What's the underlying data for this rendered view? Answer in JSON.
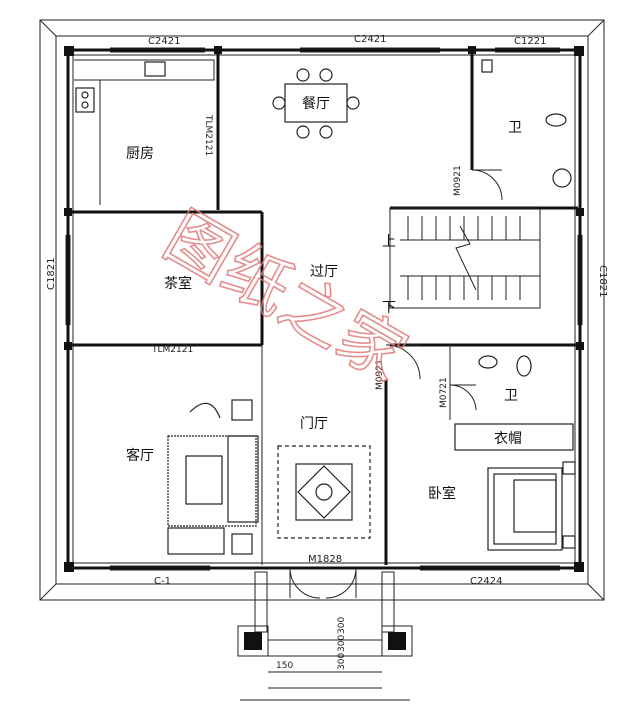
{
  "rooms": {
    "kitchen": "厨房",
    "dining": "餐厅",
    "bath_top": "卫",
    "tea_room": "茶室",
    "hall": "过厅",
    "living": "客厅",
    "foyer": "门厅",
    "bath_mid": "卫",
    "closet": "衣帽",
    "bedroom": "卧室"
  },
  "windows": {
    "top_left": "C2421",
    "top_mid": "C2421",
    "top_right": "C1221",
    "left": "C1821",
    "right": "C1821",
    "bottom_left": "C-1",
    "bottom_right": "C2424"
  },
  "doors": {
    "kitchen_sliding": "TLM2121",
    "tea_sliding": "TLM2121",
    "bath_top": "M0921",
    "bedroom": "M0921",
    "bath_mid": "M0721",
    "main": "M1828"
  },
  "stairs": {
    "up": "上",
    "down": "下"
  },
  "steps": {
    "d1": "150",
    "d2": "300",
    "d3": "300",
    "d4": "300"
  },
  "watermark": "图纸之家"
}
